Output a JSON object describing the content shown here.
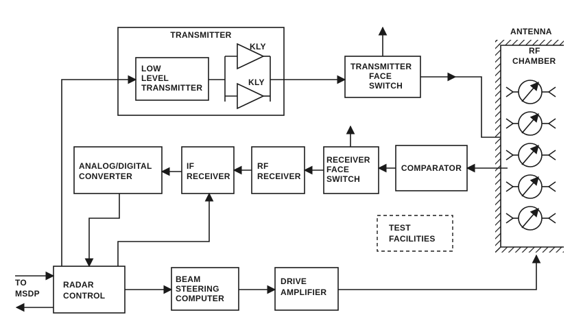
{
  "transmitter_group": {
    "title": "TRANSMITTER"
  },
  "blocks": {
    "low_level_transmitter": [
      "LOW",
      "LEVEL",
      "TRANSMITTER"
    ],
    "kly_top": "KLY",
    "kly_bottom": "KLY",
    "transmitter_face_switch": [
      "TRANSMITTER",
      "FACE",
      "SWITCH"
    ],
    "analog_digital_converter": [
      "ANALOG/DIGITAL",
      "CONVERTER"
    ],
    "if_receiver": [
      "IF",
      "RECEIVER"
    ],
    "rf_receiver": [
      "RF",
      "RECEIVER"
    ],
    "receiver_face_switch": [
      "RECEIVER",
      "FACE",
      "SWITCH"
    ],
    "comparator": "COMPARATOR",
    "test_facilities": [
      "TEST",
      "FACILITIES"
    ],
    "radar_control": [
      "RADAR",
      "CONTROL"
    ],
    "beam_steering_computer": [
      "BEAM",
      "STEERING",
      "COMPUTER"
    ],
    "drive_amplifier": [
      "DRIVE",
      "AMPLIFIER"
    ]
  },
  "antenna": {
    "title": "ANTENNA",
    "chamber": [
      "RF",
      "CHAMBER"
    ],
    "phase_shifter_count": 5
  },
  "external": {
    "to_msdp": [
      "TO",
      "MSDP"
    ]
  },
  "colors": {
    "ink": "#1a1a1a",
    "paper": "#ffffff"
  }
}
